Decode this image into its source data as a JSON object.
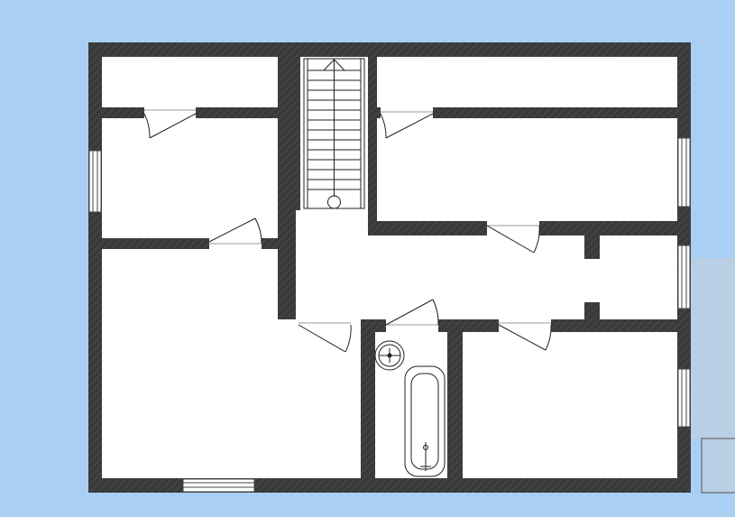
{
  "colors": {
    "background": "#a9cff3",
    "wall": "#3a3a3a",
    "floor": "#ffffff",
    "fixture_line": "#222222",
    "annex": "#b8cfe6"
  },
  "plan": {
    "rooms": [
      "small-room-top-left",
      "room-left",
      "large-room-bottom-left",
      "stairwell",
      "corridor-top-right",
      "room-right-middle",
      "closet",
      "hallway",
      "bathroom",
      "room-bottom-right"
    ],
    "icons": [
      "staircase-icon",
      "door-swing-icon",
      "window-icon",
      "sink-icon",
      "bathtub-icon"
    ]
  }
}
